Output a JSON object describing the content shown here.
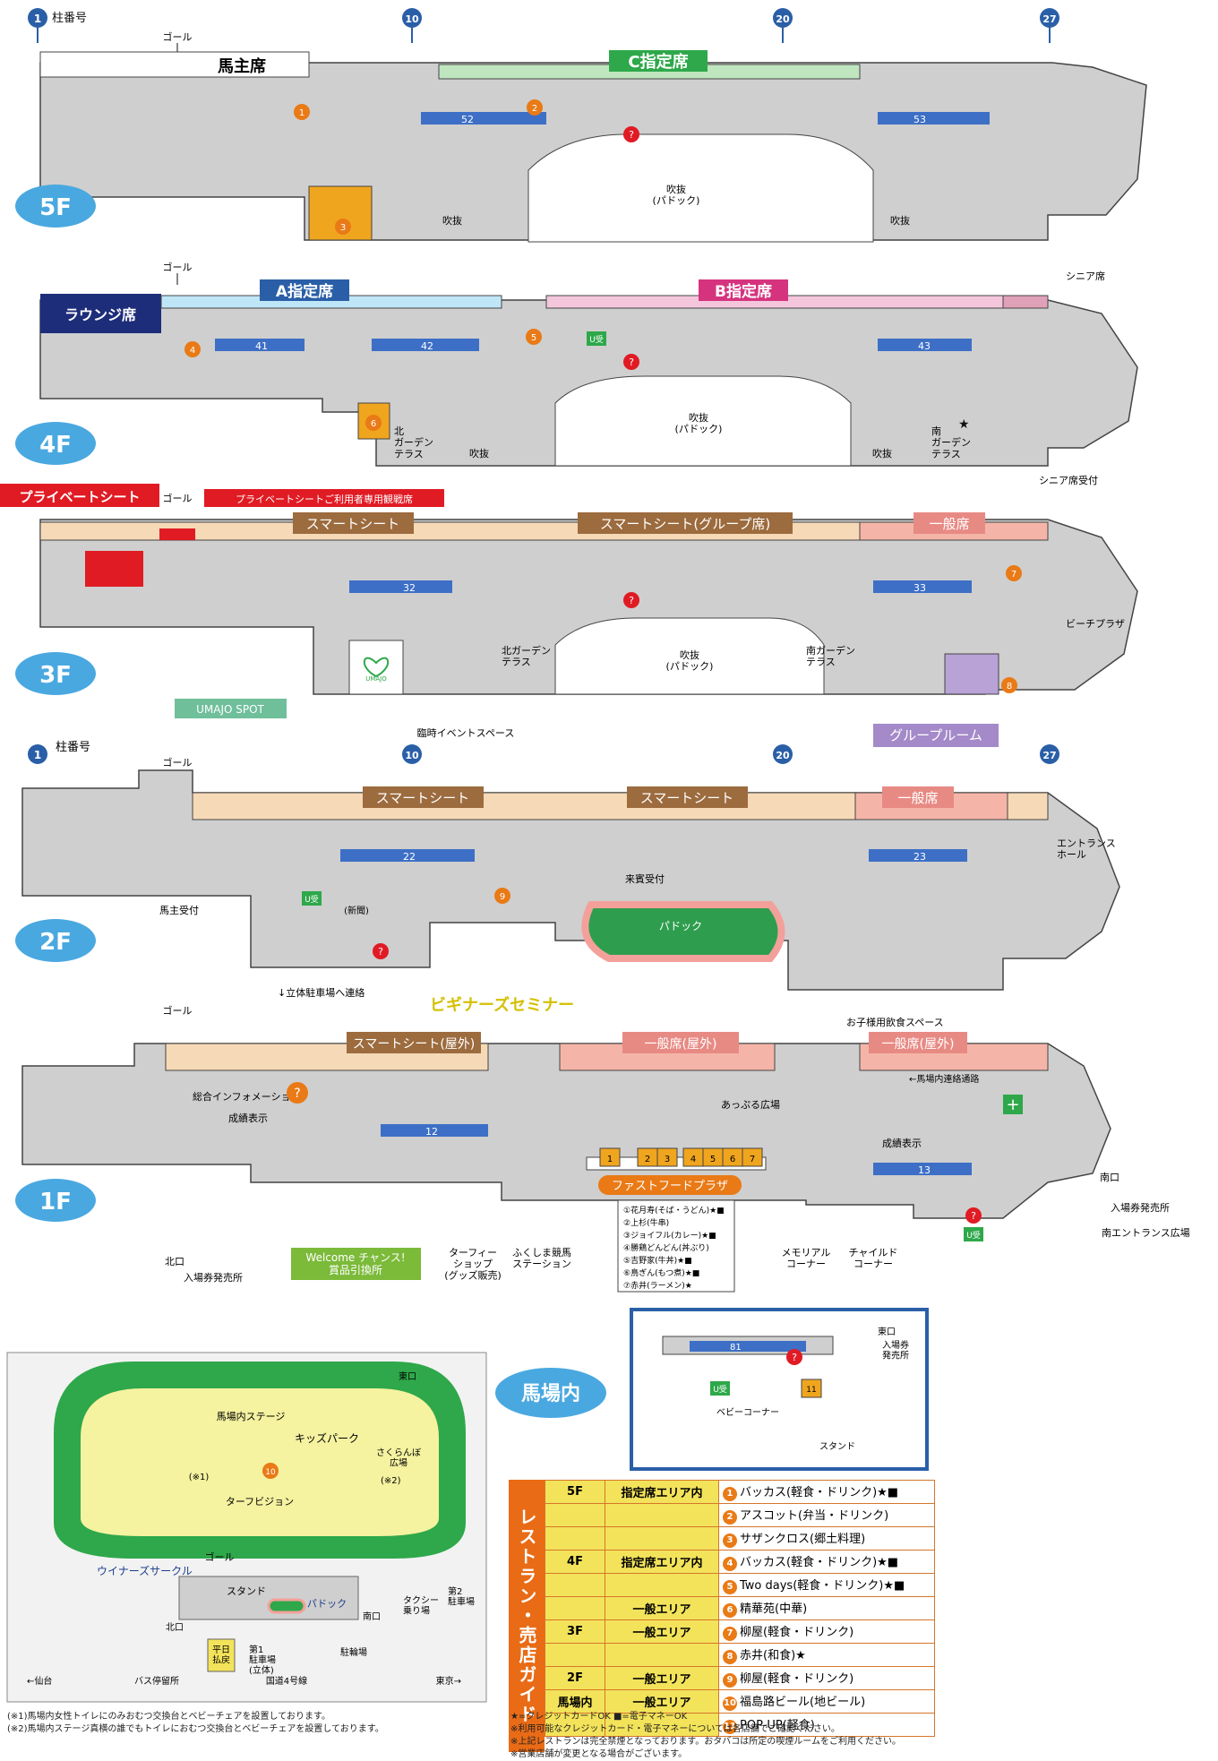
{
  "pillar": {
    "label": "柱番号",
    "numbers": [
      "1",
      "10",
      "20",
      "27"
    ]
  },
  "goal": "ゴール",
  "floors": {
    "f5": {
      "badge": "5F",
      "seat_banners": [
        "馬主席",
        "C指定席"
      ],
      "seat_blocks": [
        "52",
        "53"
      ],
      "atrium": "吹抜",
      "paddock_atrium": "吹抜\n(パドック)",
      "shops": [
        "1",
        "2",
        "3"
      ]
    },
    "f4": {
      "badge": "4F",
      "seat_banners": [
        "ラウンジ席",
        "A指定席",
        "B指定席",
        "シニア席"
      ],
      "seat_blocks": [
        "41",
        "42",
        "43"
      ],
      "atrium": "吹抜",
      "paddock_atrium": "吹抜\n(パドック)",
      "north_terrace": "北\nガーデン\nテラス",
      "south_terrace": "南\nガーデン\nテラス",
      "senior_reception": "シニア席受付",
      "shops": [
        "4",
        "5",
        "6"
      ],
      "u_ticket": "U受"
    },
    "f3": {
      "badge": "3F",
      "private_seat": "プライベートシート",
      "private_seat_users": "プライベートシートご利用者専用観戦席",
      "seat_banners": [
        "スマートシート",
        "スマートシート(グループ席)",
        "一般席"
      ],
      "seat_blocks": [
        "32",
        "33"
      ],
      "paddock_atrium": "吹抜\n(パドック)",
      "north_terrace": "北ガーデン\nテラス",
      "south_terrace": "南ガーデン\nテラス",
      "beach_plaza": "ビーチプラザ",
      "umajo": "UMAJO SPOT",
      "umajo_logo": "UMAJO",
      "event_space": "臨時イベントスペース",
      "group_room": "グループルーム",
      "shops": [
        "7",
        "8"
      ]
    },
    "f2": {
      "badge": "2F",
      "seat_banners": [
        "スマートシート",
        "スマートシート",
        "一般席"
      ],
      "seat_blocks": [
        "22",
        "23"
      ],
      "owner_reception": "馬主受付",
      "guest_reception": "来賓受付",
      "newspaper": "(新聞)",
      "paddock": "パドック",
      "entrance_hall": "エントランス\nホール",
      "parking_link": "↓立体駐車場へ連絡",
      "beginners": "ビギナーズセミナー",
      "shops": [
        "9"
      ],
      "u_ticket": "U受"
    },
    "f1": {
      "badge": "1F",
      "seat_banners": [
        "スマートシート(屋外)",
        "一般席(屋外)",
        "一般席(屋外)"
      ],
      "seat_blocks": [
        "12",
        "13"
      ],
      "info": "総合インフォメーション",
      "results1": "成績表示",
      "results2": "成績表示",
      "kids_food": "お子様用飲食スペース",
      "infield_link": "←馬場内連絡通路",
      "apple_plaza": "あっぷる広場",
      "fast_food": "ファストフードプラザ",
      "north_gate": "北口",
      "ticket_north": "入場券発売所",
      "welcome": "Welcome チャンス!\n賞品引換所",
      "turfy": "ターフィー\nショップ\n(グッズ販売)",
      "fukushima_station": "ふくしま競馬\nステーション",
      "memorial": "メモリアル\nコーナー",
      "child_corner": "チャイルド\nコーナー",
      "south_gate": "南口",
      "ticket_south": "入場券発売所",
      "south_entrance": "南エントランス広場",
      "u_ticket": "U受",
      "fastfood_nums": [
        "1",
        "2",
        "3",
        "4",
        "5",
        "6",
        "7"
      ],
      "fastfood_list": [
        "①花月寿(そば・うどん)★■",
        "②上杉(牛串)",
        "③ジョイフル(カレー)★■",
        "④勝鶏どんどん(丼ぶり)",
        "⑤吉野家(牛丼)★■",
        "⑥鳥ぎん(もつ煮)★■",
        "⑦赤井(ラーメン)★"
      ]
    }
  },
  "infield": {
    "title": "馬場内",
    "stage": "馬場内ステージ",
    "kids_park": "キッズパーク",
    "sakuranbo": "さくらんぼ\n広場",
    "turf_vision": "ターフビジョン",
    "winners_circle": "ウイナーズサークル",
    "goal": "ゴール",
    "stand": "スタンド",
    "paddock": "パドック",
    "north_gate": "北口",
    "south_gate": "南口",
    "east_gate": "東口",
    "taxi": "タクシー\n乗り場",
    "parking2": "第2\n駐車場",
    "weekday_refund": "平日\n払戻",
    "parking1": "第1\n駐車場\n(立体)",
    "bike_parking": "駐輪場",
    "bus_stop": "バス停留所",
    "sendai": "←仙台",
    "route4": "国道4号線",
    "tokyo": "東京→",
    "note1": "(※1)",
    "note2": "(※2)",
    "shop10": "10",
    "inset_block": "81",
    "inset_east": "東口",
    "inset_ticket": "入場券\n発売所",
    "inset_baby": "ベビーコーナー",
    "inset_stand": "スタンド",
    "inset_u": "U受",
    "inset_shop": "11"
  },
  "guide": {
    "title": "レストラン・売店ガイド",
    "rows": [
      {
        "floor": "5F",
        "area": "指定席エリア内",
        "num": "1",
        "shop": "バッカス(軽食・ドリンク)★■"
      },
      {
        "floor": "",
        "area": "",
        "num": "2",
        "shop": "アスコット(弁当・ドリンク)"
      },
      {
        "floor": "",
        "area": "",
        "num": "3",
        "shop": "サザンクロス(郷土料理)"
      },
      {
        "floor": "4F",
        "area": "指定席エリア内",
        "num": "4",
        "shop": "バッカス(軽食・ドリンク)★■"
      },
      {
        "floor": "",
        "area": "",
        "num": "5",
        "shop": "Two days(軽食・ドリンク)★■"
      },
      {
        "floor": "",
        "area": "一般エリア",
        "num": "6",
        "shop": "精華苑(中華)"
      },
      {
        "floor": "3F",
        "area": "一般エリア",
        "num": "7",
        "shop": "柳屋(軽食・ドリンク)"
      },
      {
        "floor": "",
        "area": "",
        "num": "8",
        "shop": "赤井(和食)★"
      },
      {
        "floor": "2F",
        "area": "一般エリア",
        "num": "9",
        "shop": "柳屋(軽食・ドリンク)"
      },
      {
        "floor": "馬場内",
        "area": "一般エリア",
        "num": "10",
        "shop": "福島路ビール(地ビール)"
      },
      {
        "floor": "",
        "area": "",
        "num": "11",
        "shop": "POP-UP(軽食)"
      }
    ],
    "legend": [
      "★=クレジットカードOK ■=電子マネーOK",
      "※利用可能なクレジットカード・電子マネーについては各店舗でご確認ください。",
      "※上記レストランは完全禁煙となっております。おタバコは所定の喫煙ルームをご利用ください。",
      "※営業店舗が変更となる場合がございます。"
    ]
  },
  "footnotes": [
    "(※1)馬場内女性トイレにのみおむつ交換台とベビーチェアを設置しております。",
    "(※2)馬場内ステージ真横の誰でもトイレにおむつ交換台とベビーチェアを設置しております。"
  ],
  "colors": {
    "floor_badge": "#4aa8e0",
    "seat_block": "#3d6fc6",
    "c_seat": "#7ccc7a",
    "a_seat": "#bfe6f7",
    "b_seat": "#f4c6dc",
    "lounge": "#1d2d7a",
    "private": "#e01b24",
    "smart_seat": "#9c6b3e",
    "general_seat": "#e88a84",
    "paddock_green": "#2e9e4e",
    "shop_orange": "#f0a51e",
    "guide_orange": "#e96b16",
    "guide_yellow": "#f3e35a"
  }
}
